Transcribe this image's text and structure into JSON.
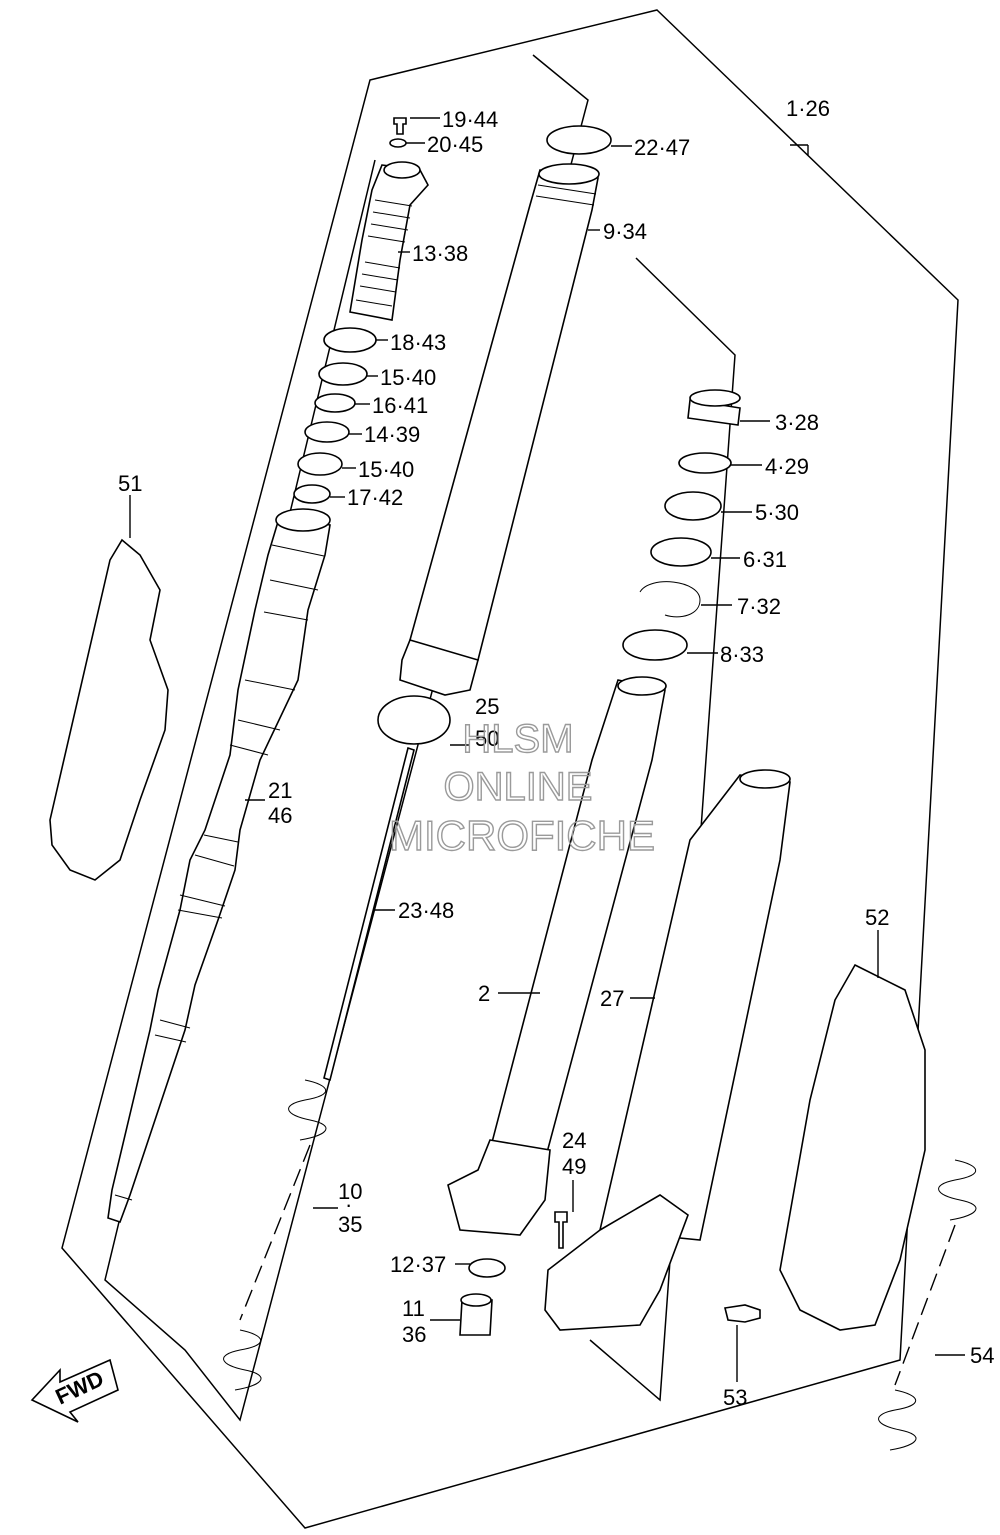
{
  "labels": {
    "p1_26": "1·26",
    "p19_44": "19·44",
    "p20_45": "20·45",
    "p22_47": "22·47",
    "p9_34": "9·34",
    "p13_38": "13·38",
    "p18_43": "18·43",
    "p15_40a": "15·40",
    "p16_41": "16·41",
    "p14_39": "14·39",
    "p15_40b": "15·40",
    "p17_42": "17·42",
    "p51": "51",
    "p3_28": "3·28",
    "p4_29": "4·29",
    "p5_30": "5·30",
    "p6_31": "6·31",
    "p7_32": "7·32",
    "p8_33": "8·33",
    "p25": "25",
    "p50": "50",
    "p21": "21",
    "p46": "46",
    "p23_48": "23·48",
    "p2": "2",
    "p27": "27",
    "p52": "52",
    "p24": "24",
    "p49": "49",
    "p10": "10",
    "p10dot": "·",
    "p35": "35",
    "p12_37": "12·37",
    "p11": "11",
    "p36": "36",
    "p53": "53",
    "p54": "54"
  },
  "fwd_badge": "FWD",
  "watermark": [
    "HLSM",
    "ONLINE",
    "MICROFICHE"
  ]
}
